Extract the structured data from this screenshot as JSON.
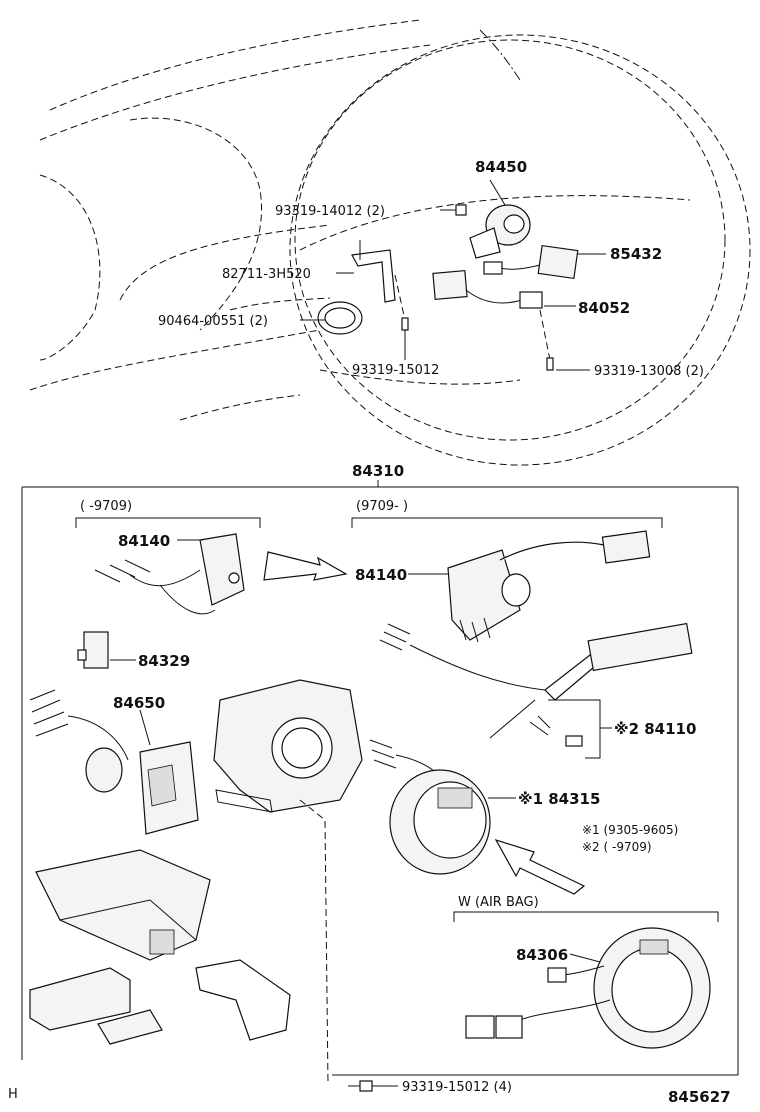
{
  "labels": {
    "p84450": "84450",
    "p93319_14012": "93319-14012 (2)",
    "p85432": "85432",
    "p82711": "82711-3H520",
    "p84052": "84052",
    "p90464": "90464-00551 (2)",
    "p93319_15012_top": "93319-15012",
    "p93319_13008": "93319-13008 (2)",
    "p84310": "84310",
    "range_left": "(    -9709)",
    "range_right": "(9709-      )",
    "p84140_left": "84140",
    "p84140_right": "84140",
    "p84329": "84329",
    "p84650": "84650",
    "p84110": "※2 84110",
    "p84315": "※1 84315",
    "note1": "※1  (9305-9605)",
    "note2": "※2  (        -9709)",
    "airbag": "W (AIR BAG)",
    "p84306": "84306",
    "p93319_15012_bottom": "93319-15012 (4)",
    "corner_left": "H",
    "diagram_no": "845627"
  }
}
